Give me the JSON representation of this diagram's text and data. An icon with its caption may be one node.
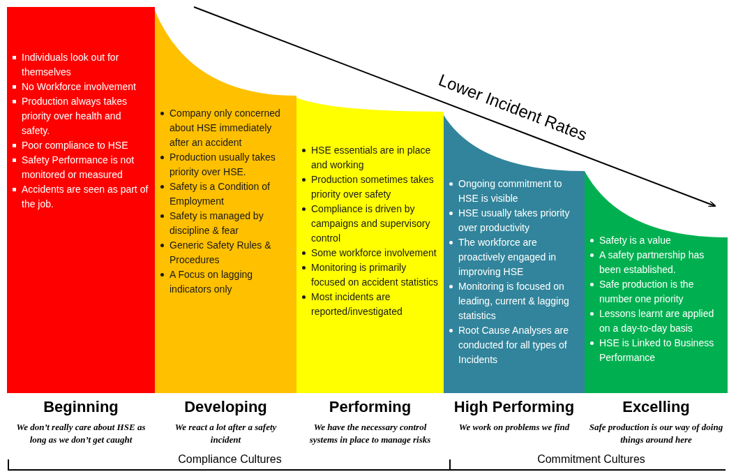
{
  "diagram": {
    "nodes": [
      {
        "text": [
          "Individuals look out for themselves",
          "No Workforce involvement",
          "Production always takes priority over health and safety.",
          "Poor compliance to HSE",
          "Safety Performance is not monitored or measured",
          "Accidents are seen as part of the job."
        ]
      },
      {
        "text": [
          "Company only concerned about HSE immediately after an accident",
          "Production usually takes priority over HSE.",
          "Safety is a Condition of Employment",
          "Safety is managed by discipline & fear",
          "Generic Safety Rules & Procedures",
          "A Focus on lagging indicators only"
        ]
      },
      {
        "text": [
          "HSE essentials are in place and working",
          "Production sometimes takes priority over safety",
          "Compliance is driven by campaigns and supervisory control",
          "Some workforce involvement",
          "Monitoring is primarily focused on accident statistics",
          "Most incidents are reported/investigated"
        ]
      },
      {
        "text": [
          "Ongoing commitment to HSE is visible",
          "HSE usually takes priority over productivity",
          "The workforce are proactively engaged in improving HSE",
          "Monitoring is focused on leading, current & lagging statistics",
          "Root Cause Analyses are conducted for all types of Incidents"
        ]
      },
      {
        "text": [
          "Safety is a value",
          "A safety partnership has been established.",
          "Safe production is the number one priority",
          "Lessons learnt are applied on a day-to-day basis",
          "HSE is Linked to Business Performance"
        ]
      }
    ],
    "labels": [
      "Lower Incident Rates",
      "Beginning",
      "We don’t really care about HSE as long as we don’t get caught",
      "Developing",
      "We react a lot after a safety incident",
      "Performing",
      "We have the necessary control systems in place to manage risks",
      "High Performing",
      "We work on problems we find",
      "Excelling",
      "Safe production is our way of doing things around here",
      "Compliance Cultures",
      "Commitment Cultures"
    ]
  }
}
